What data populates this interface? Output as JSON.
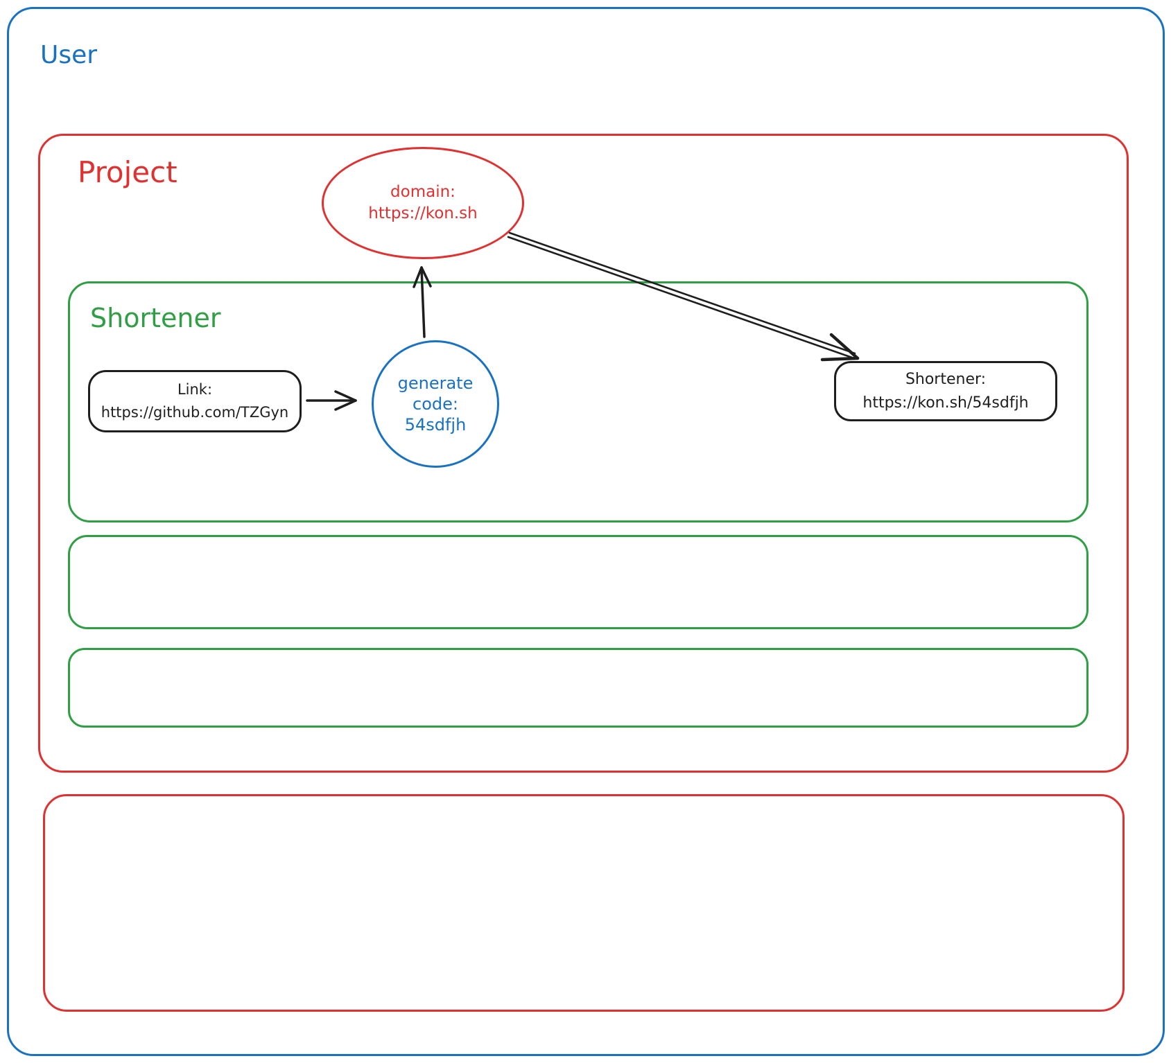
{
  "colors": {
    "blue": "#1971c2",
    "red": "#e03131",
    "green": "#2f9e44",
    "ink": "#1e1e1e"
  },
  "containers": {
    "user": {
      "label": "User"
    },
    "project": {
      "label": "Project"
    },
    "shortener": {
      "label": "Shortener"
    }
  },
  "nodes": {
    "domain": {
      "shape": "ellipse",
      "color": "#e03131",
      "lines": [
        "domain:",
        "https://kon.sh"
      ]
    },
    "link": {
      "shape": "rectangle",
      "color": "#1e1e1e",
      "lines": [
        "Link:",
        "https://github.com/TZGyn"
      ]
    },
    "generate": {
      "shape": "circle",
      "color": "#1971c2",
      "lines": [
        "generate",
        "code:",
        "54sdfjh"
      ]
    },
    "result": {
      "shape": "rectangle",
      "color": "#1e1e1e",
      "lines": [
        "Shortener:",
        "https://kon.sh/54sdfjh"
      ]
    }
  },
  "arrows": [
    {
      "name": "link-to-generate",
      "from": "link",
      "to": "generate"
    },
    {
      "name": "generate-to-domain",
      "from": "generate",
      "to": "domain"
    },
    {
      "name": "domain-to-result",
      "from": "domain",
      "to": "result"
    }
  ]
}
